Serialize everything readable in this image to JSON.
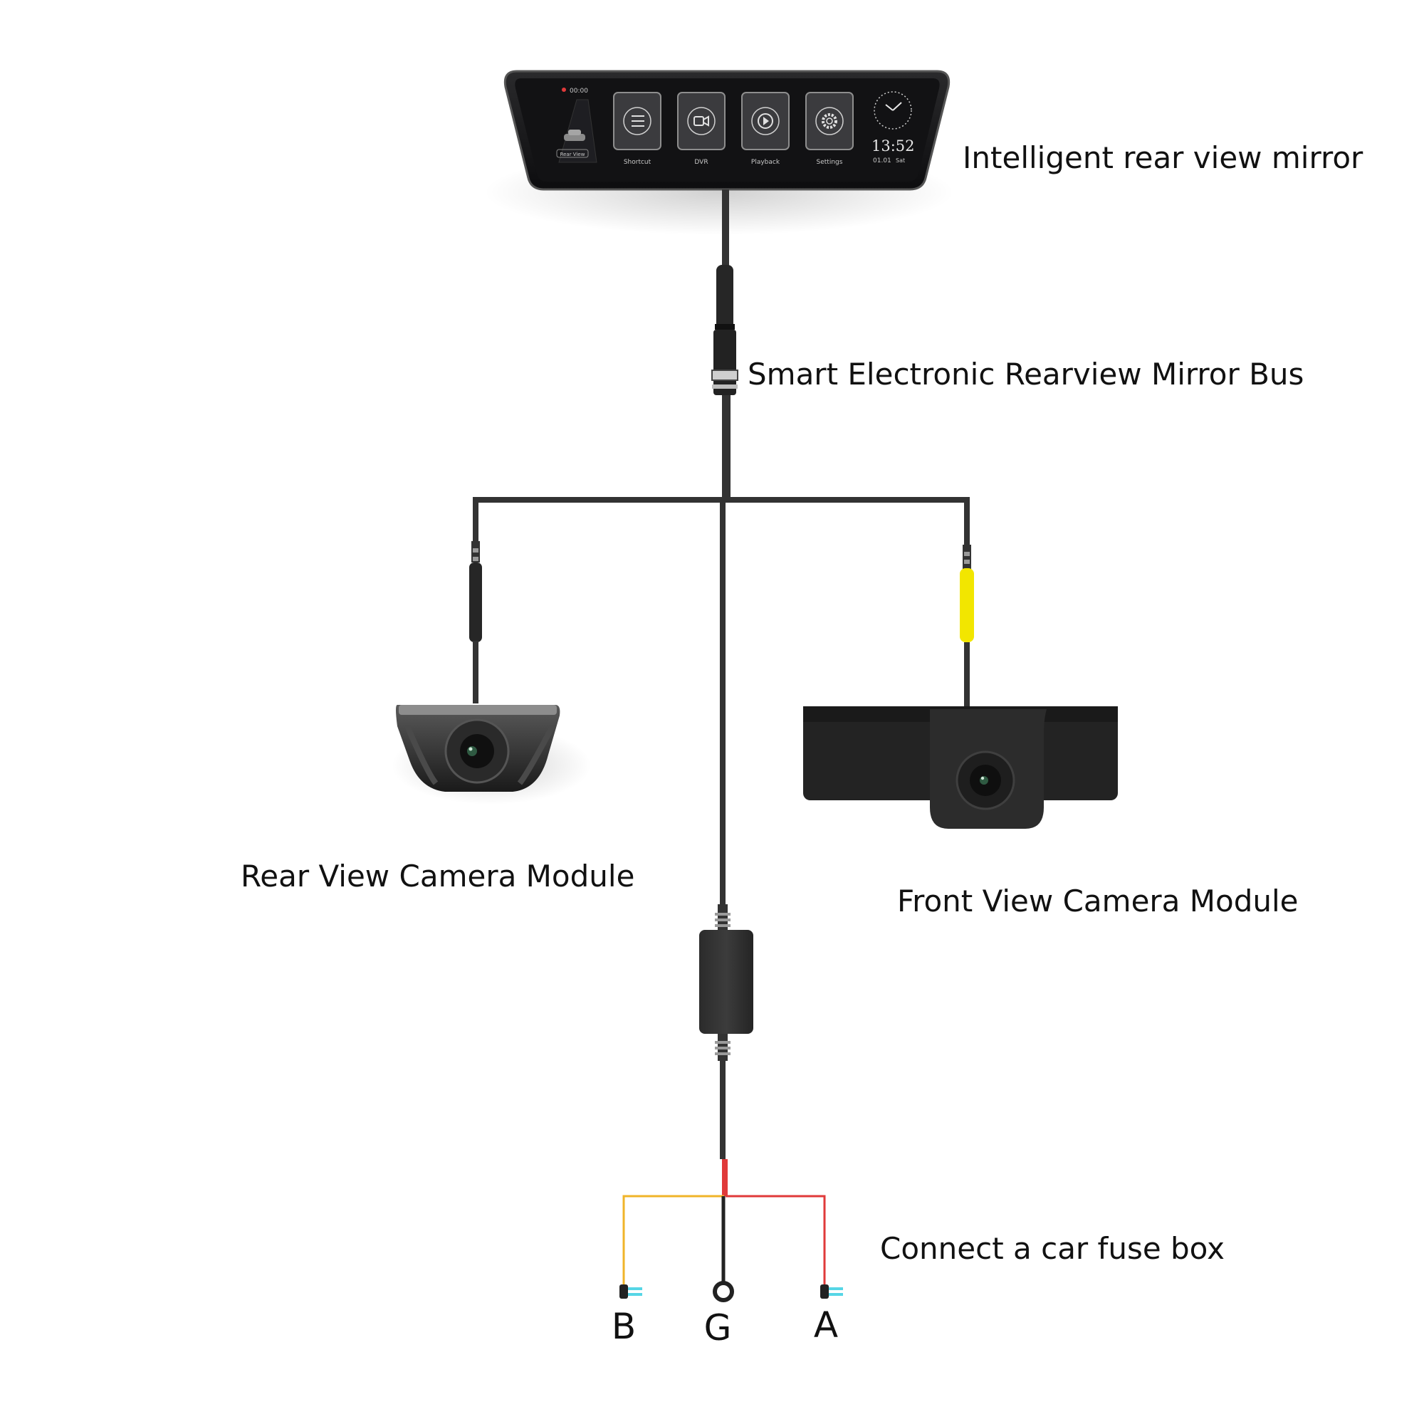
{
  "labels": {
    "mirror": "Intelligent rear view mirror",
    "bus": "Smart Electronic Rearview Mirror Bus",
    "rear_camera": "Rear View Camera Module",
    "front_camera": "Front View Camera Module",
    "fuse": "Connect a car fuse box",
    "terminal_b": "B",
    "terminal_g": "G",
    "terminal_a": "A"
  },
  "mirror_screen": {
    "record_time": "00:00",
    "mode_label": "Rear View",
    "apps": [
      {
        "label": "Shortcut",
        "icon": "menu-icon"
      },
      {
        "label": "DVR",
        "icon": "video-camera-icon"
      },
      {
        "label": "Playback",
        "icon": "playback-icon"
      },
      {
        "label": "Settings",
        "icon": "gear-icon"
      }
    ],
    "time": "13:52",
    "date": "01.01",
    "day": "Sat"
  },
  "colors": {
    "cable": "#333333",
    "yellow_connector": "#f2e600",
    "red_wire": "#e03a3a",
    "yellow_wire": "#f0b429",
    "fuse_tip": "#56d6e6"
  }
}
